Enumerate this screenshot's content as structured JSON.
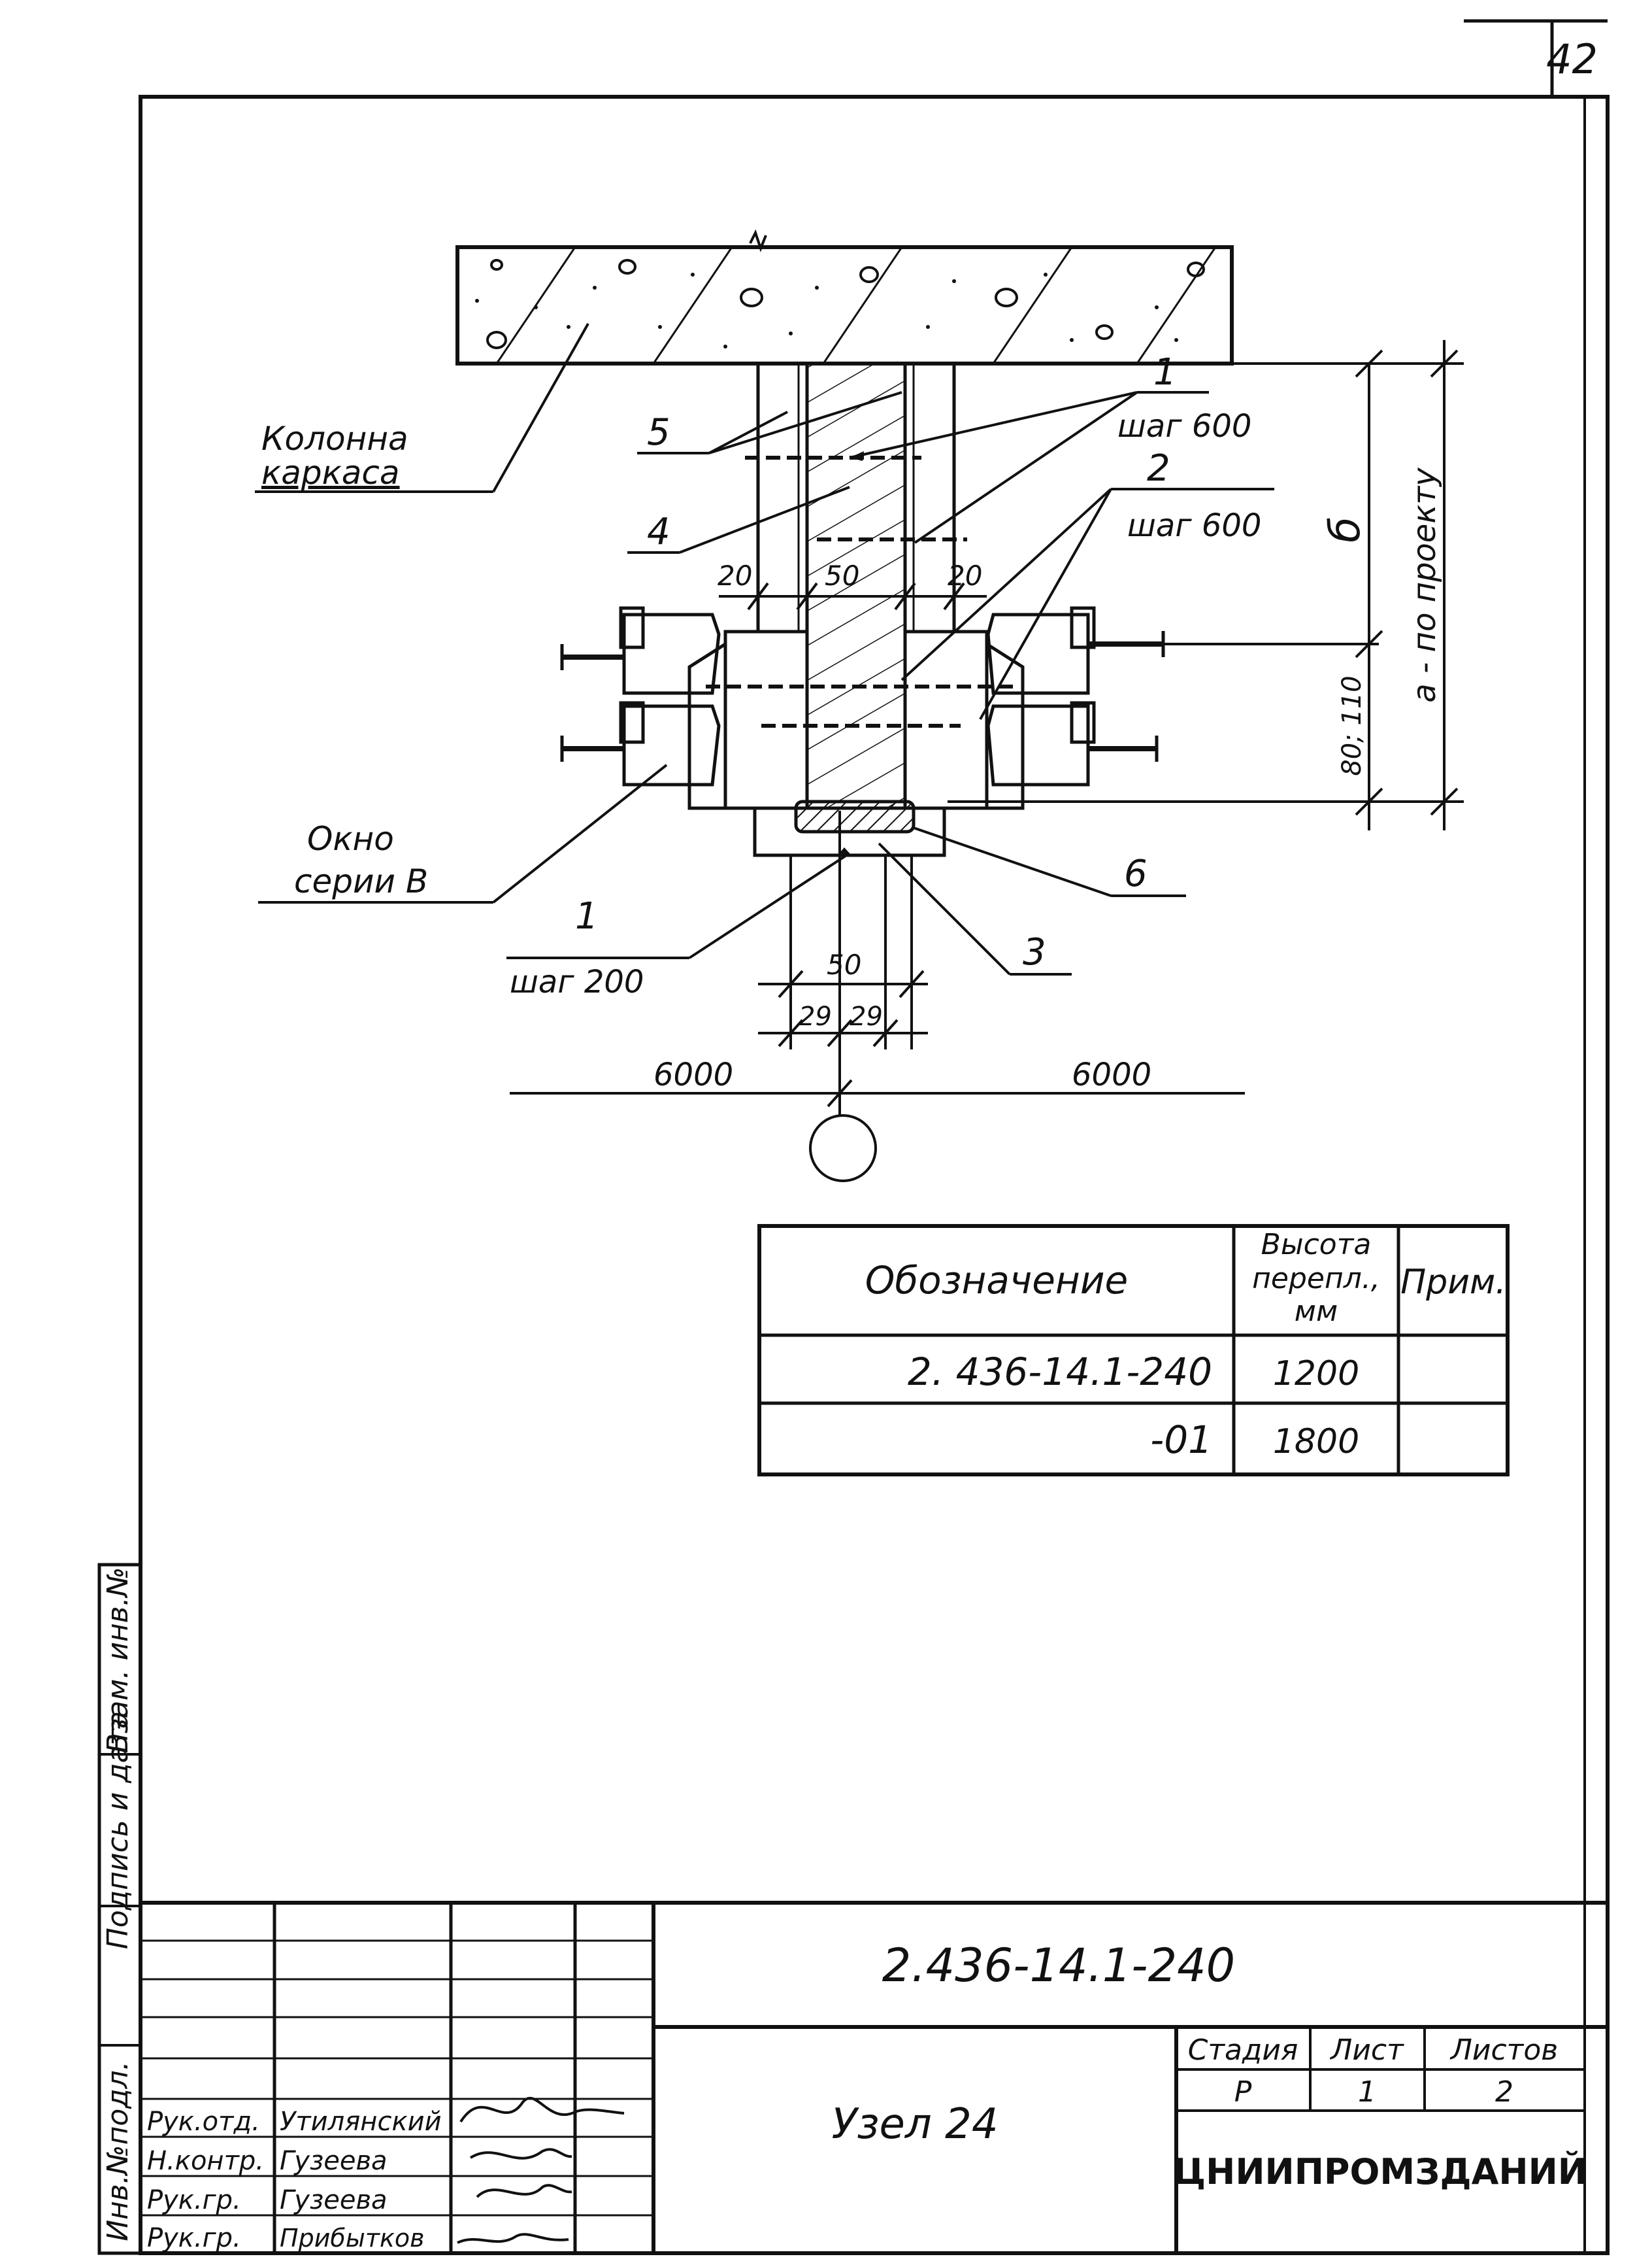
{
  "page_number": "42",
  "drawing": {
    "labels": {
      "column_line1": "Колонна",
      "column_line2": "каркаса",
      "window_line1": "Окно",
      "window_line2": "серии В",
      "mark_5": "5",
      "mark_4": "4",
      "mark_1_top": "1",
      "step_600_a": "шаг 600",
      "mark_2": "2",
      "step_600_b": "шаг 600",
      "mark_b": "б",
      "mark_6": "6",
      "mark_1_bottom": "1",
      "step_200": "шаг 200",
      "mark_3": "3",
      "dim_20_left": "20",
      "dim_50_top": "50",
      "dim_20_right": "20",
      "dim_80_110": "80; 110",
      "dim_a_project": "а - по проекту",
      "dim_50_bottom": "50",
      "dim_29_left": "29",
      "dim_29_right": "29",
      "span_left": "6000",
      "span_right": "6000"
    }
  },
  "table": {
    "headers": {
      "designation": "Обозначение",
      "height_line1": "Высота",
      "height_line2": "перепл.,",
      "height_line3": "мм",
      "note": "Прим."
    },
    "rows": [
      {
        "designation": "2. 436-14.1-240",
        "height": "1200",
        "note": ""
      },
      {
        "designation": "-01",
        "height": "1800",
        "note": ""
      }
    ]
  },
  "side_stamp": {
    "inv_orig": "Инв.№подл.",
    "sign_date": "Подпись и дата",
    "inv_repl": "Взам. инв.№"
  },
  "title_block": {
    "code": "2.436-14.1-240",
    "title": "Узел 24",
    "stage_label": "Стадия",
    "sheet_label": "Лист",
    "sheets_label": "Листов",
    "stage": "Р",
    "sheet": "1",
    "sheets": "2",
    "organization": "ЦНИИПРОМЗДАНИЙ",
    "roles": [
      {
        "role": "Рук.отд.",
        "name": "Утилянский"
      },
      {
        "role": "Н.контр.",
        "name": "Гузеева"
      },
      {
        "role": "Рук.гр.",
        "name": "Гузеева"
      },
      {
        "role": "Рук.гр.",
        "name": "Прибытков"
      }
    ]
  }
}
